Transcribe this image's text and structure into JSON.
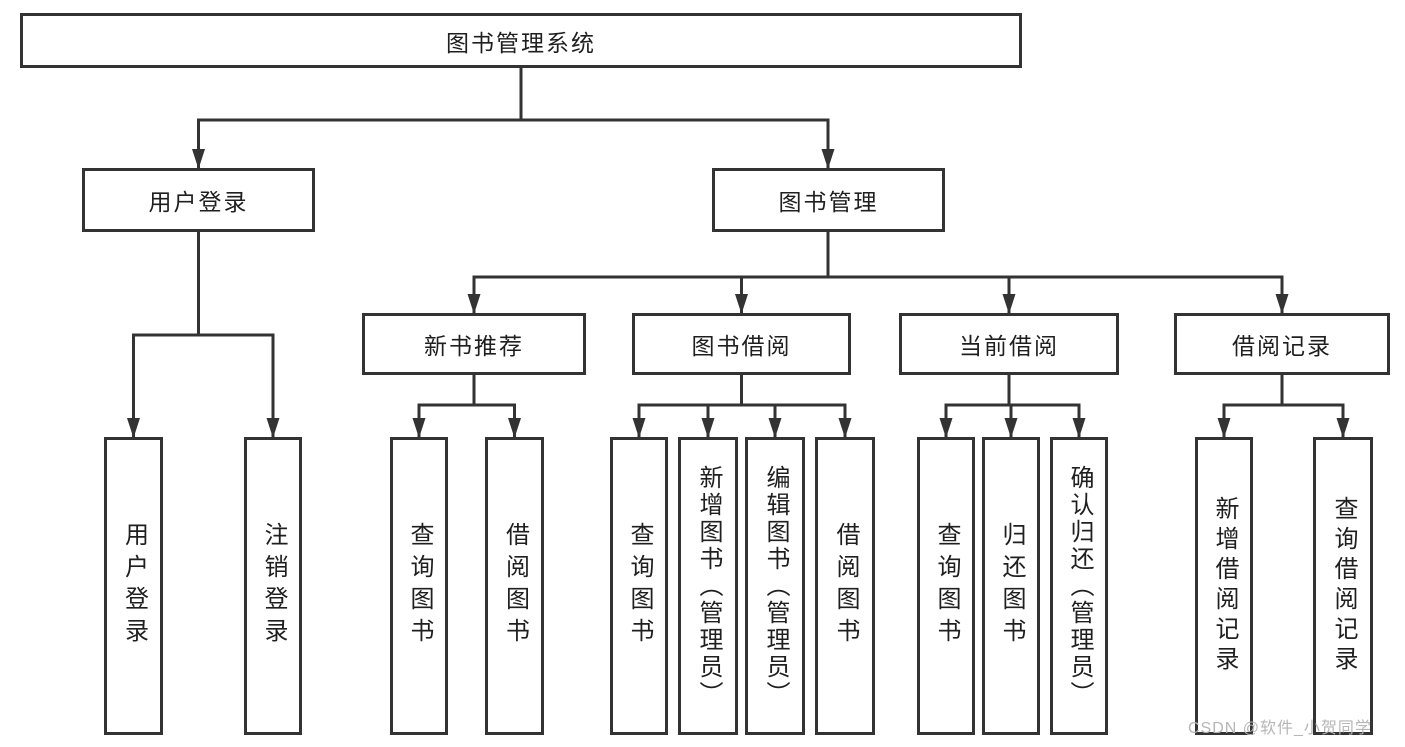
{
  "colors": {
    "line": "#333333",
    "text": "#1f1f1f",
    "box_background": "#ffffff",
    "watermark_text": "#b6b6b6"
  },
  "watermark": "CSDN @软件_小贺同学",
  "tree": {
    "root": {
      "label": "图书管理系统"
    },
    "user_login": {
      "label": "用户登录",
      "children": {
        "login": {
          "label": "用户登录"
        },
        "logout": {
          "label": "注销登录"
        }
      }
    },
    "book_mgmt": {
      "label": "图书管理",
      "children": {
        "new_book": {
          "label": "新书推荐",
          "children": {
            "query": {
              "label": "查询图书"
            },
            "borrow": {
              "label": "借阅图书"
            }
          }
        },
        "book_borrow": {
          "label": "图书借阅",
          "children": {
            "query": {
              "label": "查询图书"
            },
            "add": {
              "label": "新增图书（管理员）"
            },
            "edit": {
              "label": "编辑图书（管理员）"
            },
            "borrow": {
              "label": "借阅图书"
            }
          }
        },
        "current_borrow": {
          "label": "当前借阅",
          "children": {
            "query": {
              "label": "查询图书"
            },
            "return": {
              "label": "归还图书"
            },
            "confirm": {
              "label": "确认归还（管理员）"
            }
          }
        },
        "borrow_records": {
          "label": "借阅记录",
          "children": {
            "add": {
              "label": "新增借阅记录"
            },
            "query": {
              "label": "查询借阅记录"
            }
          }
        }
      }
    }
  }
}
